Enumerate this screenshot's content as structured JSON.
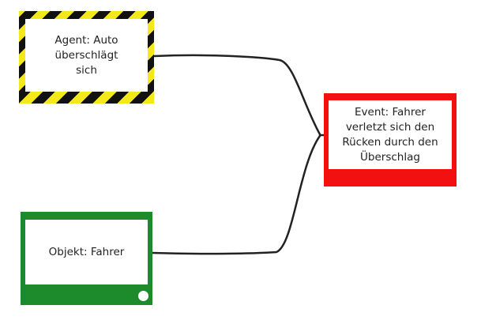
{
  "diagram": {
    "nodes": {
      "agent": {
        "label": "Agent: Auto\nüberschlägt\nsich",
        "frame_style": "hazard-stripes",
        "colors": {
          "stripe_a": "#f4e71a",
          "stripe_b": "#111111"
        }
      },
      "event": {
        "label": "Event: Fahrer\nverletzt sich den\nRücken durch den\nÜberschlag",
        "frame_color": "#f21010"
      },
      "object": {
        "label": "Objekt: Fahrer",
        "frame_color": "#1d8a2c"
      }
    },
    "edges": [
      {
        "from": "agent",
        "to": "event",
        "color": "#222222"
      },
      {
        "from": "object",
        "to": "event",
        "color": "#222222"
      }
    ]
  }
}
